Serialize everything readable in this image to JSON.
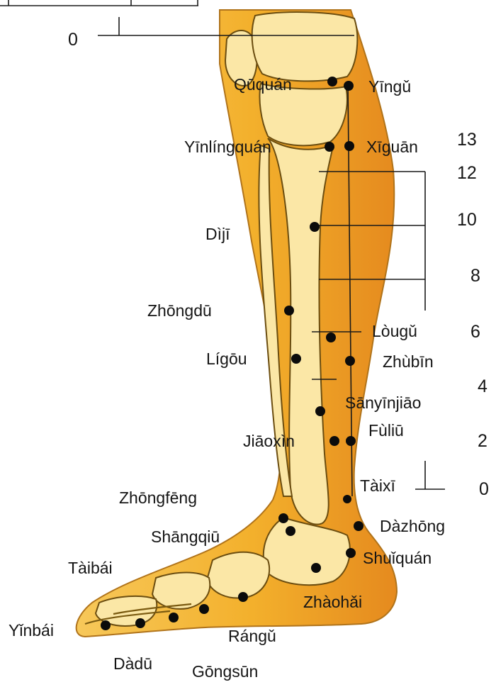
{
  "diagram": {
    "scale_marks": {
      "top_zero": "0",
      "right": [
        "13",
        "12",
        "10",
        "8",
        "6",
        "4",
        "2",
        "0"
      ]
    },
    "points": [
      {
        "label": "Qūquán"
      },
      {
        "label": "Yīngǔ"
      },
      {
        "label": "Yīnlíngquán"
      },
      {
        "label": "Xīguān"
      },
      {
        "label": "Dìjī"
      },
      {
        "label": "Zhōngdū"
      },
      {
        "label": "Lòugǔ"
      },
      {
        "label": "Lígōu"
      },
      {
        "label": "Zhùbīn"
      },
      {
        "label": "Sānyīnjiāo"
      },
      {
        "label": "Jiāoxìn"
      },
      {
        "label": "Fùliū"
      },
      {
        "label": "Tàixī"
      },
      {
        "label": "Zhōngfēng"
      },
      {
        "label": "Dàzhōng"
      },
      {
        "label": "Shāngqiū"
      },
      {
        "label": "Shuǐquán"
      },
      {
        "label": "Tàibái"
      },
      {
        "label": "Zhàohǎi"
      },
      {
        "label": "Yǐnbái"
      },
      {
        "label": "Rángǔ"
      },
      {
        "label": "Dàdū"
      },
      {
        "label": "Gōngsūn"
      }
    ],
    "colors": {
      "skin": "#f5b83a",
      "skin_dark": "#e8871c",
      "bone": "#fbe7a6",
      "point": "#0b0b0b"
    }
  }
}
